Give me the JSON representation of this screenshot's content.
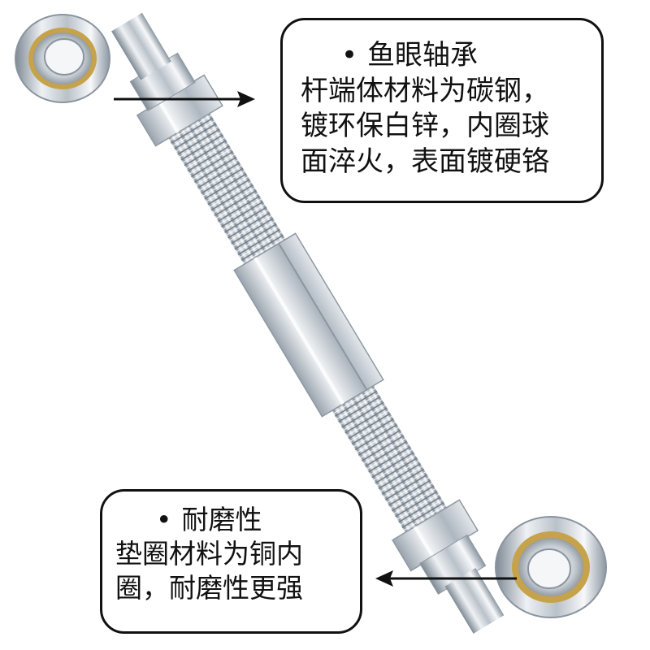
{
  "callouts": {
    "top": {
      "bullet": "•",
      "title": "鱼眼轴承",
      "lines": [
        "杆端体材料为碳钢，",
        "镀环保白锌，内圈球",
        "面淬火，表面镀硬铬"
      ]
    },
    "bottom": {
      "bullet": "•",
      "title": "耐磨性",
      "lines": [
        "垫圈材料为铜内",
        "圈，耐磨性更强"
      ]
    }
  },
  "colors": {
    "metal_light": "#eef1f4",
    "metal_mid": "#b9c1c9",
    "metal_dark": "#7f8a95",
    "brass": "#c6a24a",
    "outline": "#111111"
  }
}
